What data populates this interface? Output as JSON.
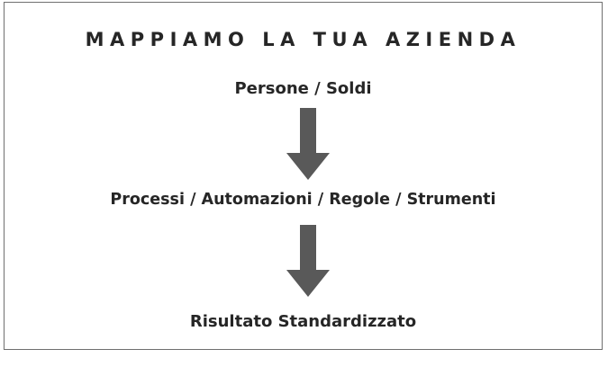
{
  "diagram": {
    "title": "MAPPIAMO LA TUA AZIENDA",
    "steps": [
      "Persone / Soldi",
      "Processi / Automazioni / Regole / Strumenti",
      "Risultato Standardizzato"
    ],
    "arrow_icon": "down-arrow-icon",
    "colors": {
      "text": "#262626",
      "arrow": "#595959",
      "border": "#6f6f6f"
    }
  }
}
